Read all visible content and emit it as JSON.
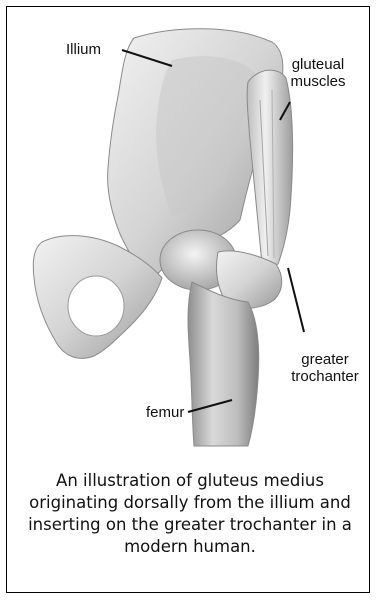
{
  "labels": {
    "ilium": "Illium",
    "gluteal_line1": "gluteual",
    "gluteal_line2": "muscles",
    "trochanter_line1": "greater",
    "trochanter_line2": "trochanter",
    "femur": "femur"
  },
  "caption": "An illustration of gluteus medius originating dorsally from the illium and inserting on the greater trochanter in a modern human."
}
